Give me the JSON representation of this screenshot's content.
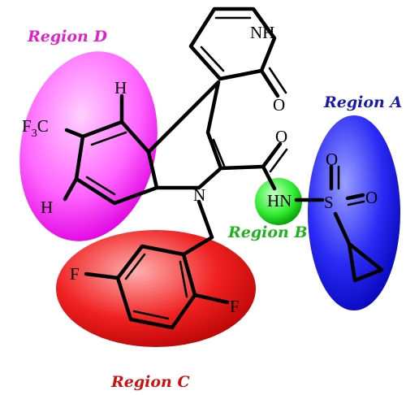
{
  "regions": {
    "a": {
      "label": "Region A",
      "color": "#0000dd",
      "label_color": "#1a1aa8"
    },
    "b": {
      "label": "Region B",
      "color": "#22dd22",
      "label_color": "#1db31d"
    },
    "c": {
      "label": "Region C",
      "color": "#e01010",
      "label_color": "#cc1111"
    },
    "d": {
      "label": "Region D",
      "color": "#ff44ff",
      "label_color": "#e020d0"
    }
  },
  "atoms": {
    "nh_pyridone": "NH",
    "o_pyridone": "O",
    "o_amide": "O",
    "hn_amide": "HN",
    "s": "S",
    "o_s_top": "O",
    "o_s_right": "O",
    "n_indole": "N",
    "h_top": "H",
    "h_bottom": "H",
    "cf3_f": "F",
    "cf3_sub": "3",
    "cf3_c": "C",
    "f_left": "F",
    "f_right": "F"
  }
}
